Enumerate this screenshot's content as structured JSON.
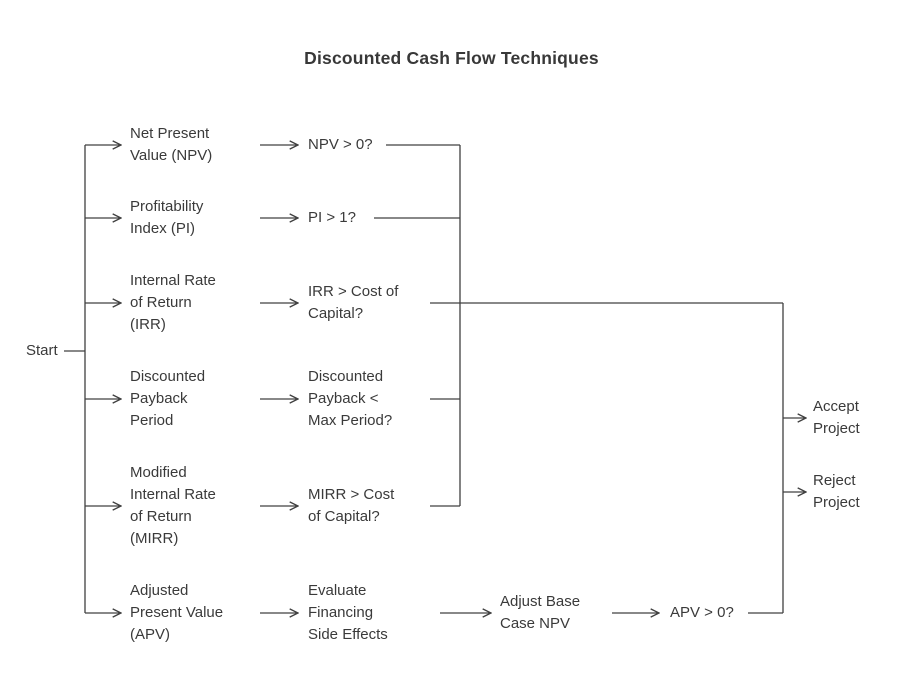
{
  "title": "Discounted Cash Flow Techniques",
  "start_label": "Start",
  "techniques": [
    {
      "label": "Net Present\nValue (NPV)",
      "question": "NPV > 0?"
    },
    {
      "label": "Profitability\nIndex (PI)",
      "question": "PI > 1?"
    },
    {
      "label": "Internal Rate\nof Return\n(IRR)",
      "question": "IRR > Cost of\nCapital?"
    },
    {
      "label": "Discounted\nPayback\nPeriod",
      "question": "Discounted\nPayback <\nMax Period?"
    },
    {
      "label": "Modified\nInternal Rate\nof Return\n(MIRR)",
      "question": "MIRR > Cost\nof Capital?"
    },
    {
      "label": "Adjusted\nPresent Value\n(APV)",
      "question": "Evaluate\nFinancing\nSide Effects"
    }
  ],
  "apv_steps": [
    {
      "label": "Adjust Base\nCase NPV"
    },
    {
      "label": "APV > 0?"
    }
  ],
  "outcomes": [
    {
      "label": "Accept\nProject"
    },
    {
      "label": "Reject\nProject"
    }
  ],
  "colors": {
    "line": "#404040",
    "text": "#3a3a3a",
    "background": "#ffffff"
  }
}
